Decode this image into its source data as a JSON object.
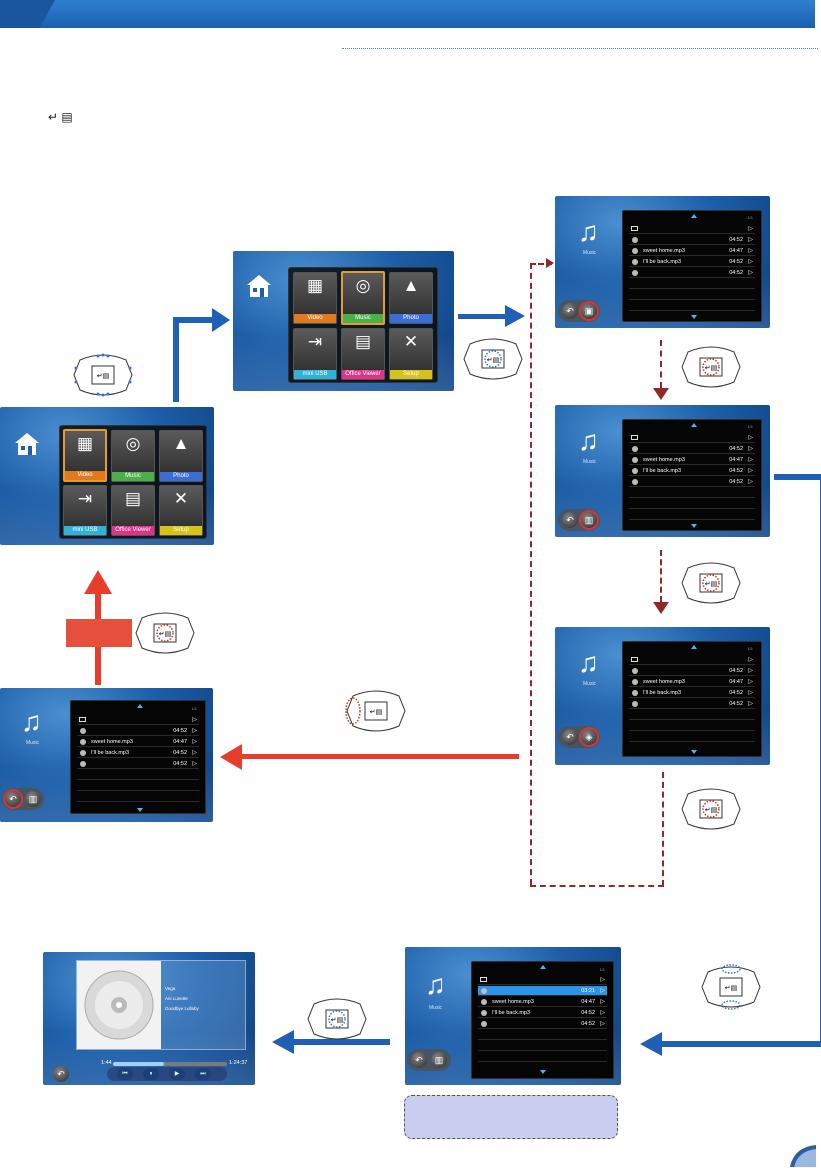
{
  "header": {
    "hint_glyph": "↵ ▤"
  },
  "home_screen": {
    "tiles": [
      {
        "label": "Video",
        "color": "#e07a1f",
        "icon": "film-icon"
      },
      {
        "label": "Music",
        "color": "#4ab04a",
        "icon": "disc-icon"
      },
      {
        "label": "Photo",
        "color": "#3a6ed4",
        "icon": "photo-icon"
      },
      {
        "label": "mini USB",
        "color": "#30b2d8",
        "icon": "usb-input-icon"
      },
      {
        "label": "Office Viewer",
        "color": "#e0338a",
        "icon": "document-icon"
      },
      {
        "label": "Setup",
        "color": "#d6c218",
        "icon": "setup-tools-icon"
      }
    ]
  },
  "music_browser": {
    "section_label": "Music",
    "page_indicator": "1/1",
    "rows": [
      {
        "name": "",
        "duration": "",
        "kind": "folder"
      },
      {
        "name": "",
        "duration": "04:52",
        "kind": "file"
      },
      {
        "name": "sweet home.mp3",
        "duration": "04:47",
        "kind": "file"
      },
      {
        "name": "I'll be back.mp3",
        "duration": "04:52",
        "kind": "file"
      },
      {
        "name": "",
        "duration": "04:52",
        "kind": "file"
      }
    ]
  },
  "music_browser_selected": {
    "highlight_duration": "03:21"
  },
  "player": {
    "info_lines": [
      "Vega",
      "Ani Lunette",
      "Goodbye Lullaby"
    ],
    "elapsed": "1:44",
    "total": "1:24:37",
    "progress": 0.45,
    "controls": [
      "⏮",
      "⏸",
      "▶",
      "⏭"
    ]
  },
  "colors": {
    "blue_arrow": "#1f5fb5",
    "red_arrow": "#e73d2d",
    "dash": "#8e2a2a"
  }
}
